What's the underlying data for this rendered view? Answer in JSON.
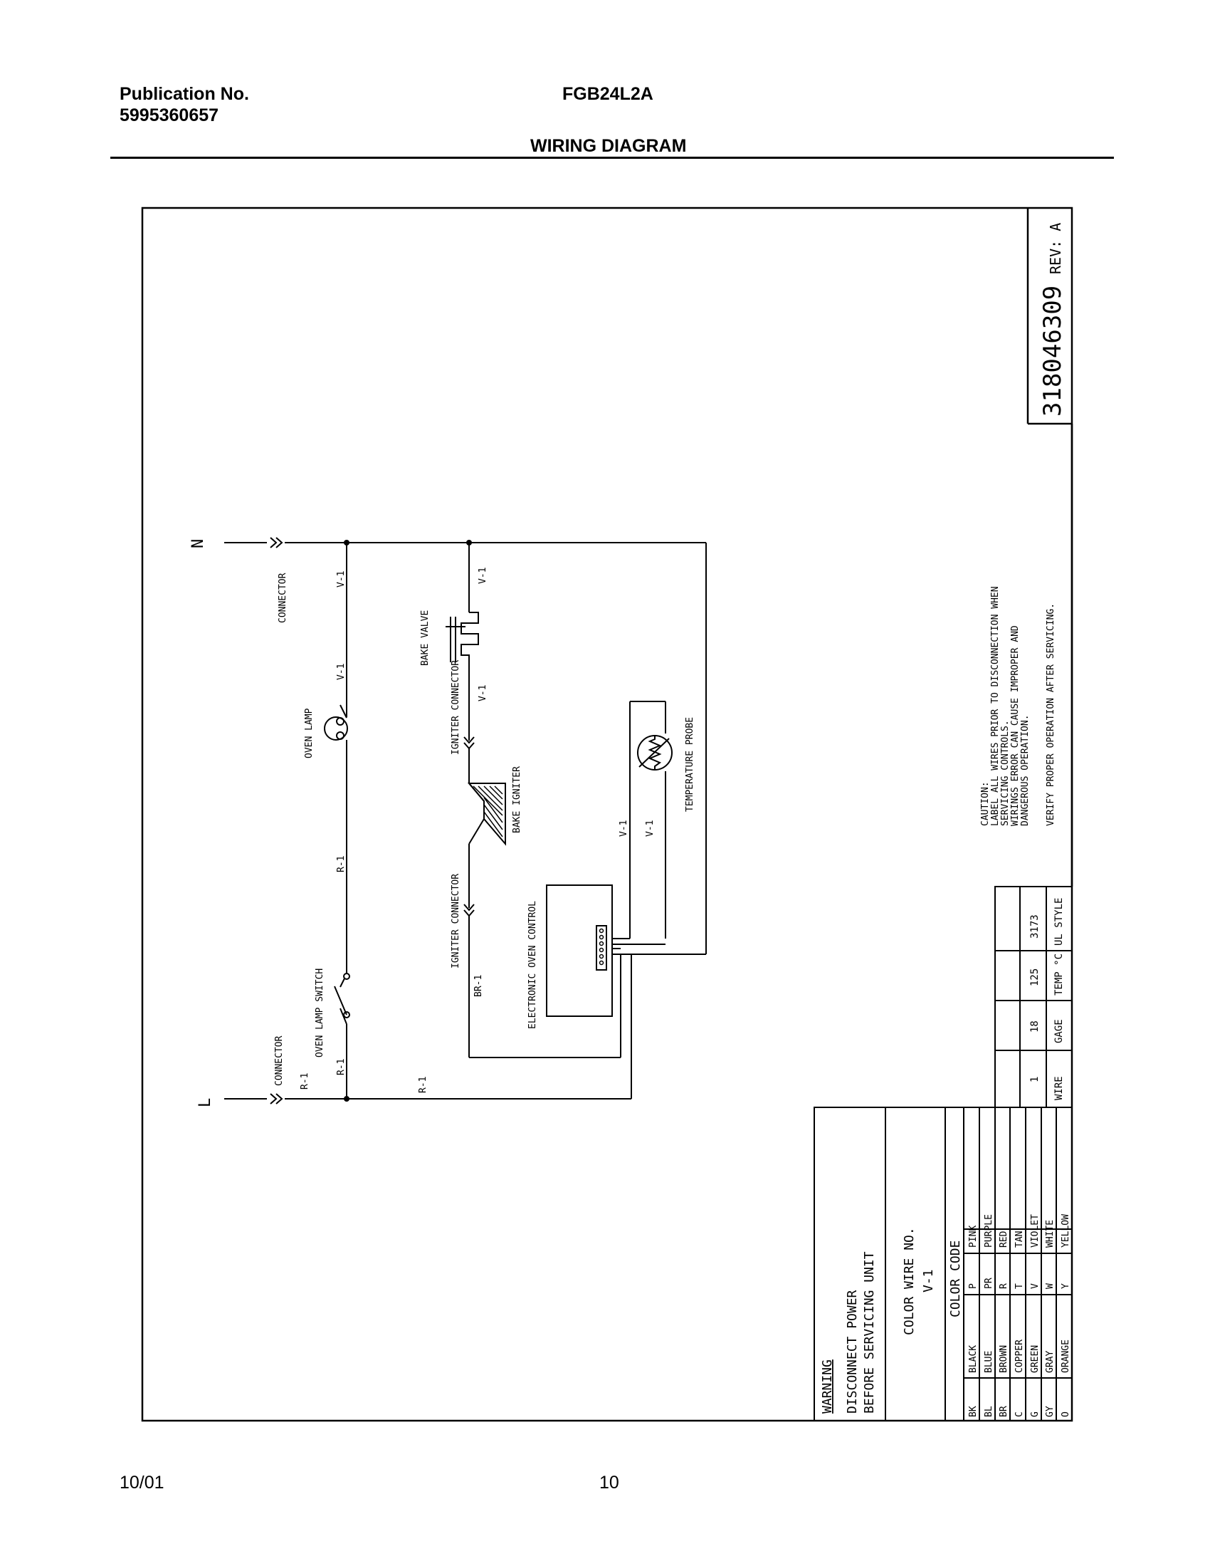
{
  "header": {
    "publication_label": "Publication No.",
    "publication_number": "5995360657",
    "model": "FGB24L2A",
    "section_title": "WIRING DIAGRAM"
  },
  "footer": {
    "date": "10/01",
    "page": "10"
  },
  "diagram": {
    "terminal_n": "N",
    "terminal_l": "L",
    "connector_top": "CONNECTOR",
    "connector_bottom": "CONNECTOR",
    "wire_v1_a": "V-1",
    "wire_v1_b": "V-1",
    "wire_v1_c": "V-1",
    "wire_v1_d": "V-1",
    "wire_v1_e": "V-1",
    "wire_v1_f": "V-1",
    "wire_r1_a": "R-1",
    "wire_r1_b": "R-1",
    "wire_r1_c": "R-1",
    "wire_r1_d": "R-1",
    "wire_br1": "BR-1",
    "oven_lamp": "OVEN LAMP",
    "oven_lamp_switch": "OVEN LAMP SWITCH",
    "bake_valve": "BAKE VALVE",
    "igniter_connector_a": "IGNITER CONNECTOR",
    "igniter_connector_b": "IGNITER CONNECTOR",
    "bake_igniter": "BAKE IGNITER",
    "temperature_probe": "TEMPERATURE PROBE",
    "electronic_oven_control": "ELECTRONIC OVEN CONTROL"
  },
  "doc_number": {
    "number": "318046309",
    "rev": "REV: A"
  },
  "caution": {
    "title": "CAUTION:",
    "lines": [
      "LABEL ALL WIRES PRIOR TO DISCONNECTION WHEN",
      "SERVICING CONTROLS.",
      "WIRINGS ERROR CAN CAUSE IMPROPER AND",
      "DANGEROUS OPERATION.",
      "VERIFY PROPER OPERATION AFTER SERVICING."
    ]
  },
  "wire_table": {
    "headers": [
      "WIRE",
      "GAGE",
      "TEMP °C",
      "UL STYLE"
    ],
    "rows": [
      [
        "1",
        "18",
        "125",
        "3173"
      ]
    ]
  },
  "warning": {
    "title": "WARNING",
    "line1": "DISCONNECT POWER",
    "line2": "BEFORE SERVICING UNIT",
    "color_wire_label": "COLOR WIRE NO.",
    "color_wire_example": "V-1"
  },
  "color_code": {
    "title": "COLOR CODE",
    "left": [
      [
        "BK",
        "BLACK"
      ],
      [
        "BL",
        "BLUE"
      ],
      [
        "BR",
        "BROWN"
      ],
      [
        "C",
        "COPPER"
      ],
      [
        "G",
        "GREEN"
      ],
      [
        "GY",
        "GRAY"
      ],
      [
        "O",
        "ORANGE"
      ]
    ],
    "right": [
      [
        "P",
        "PINK"
      ],
      [
        "PR",
        "PURPLE"
      ],
      [
        "R",
        "RED"
      ],
      [
        "T",
        "TAN"
      ],
      [
        "V",
        "VIOLET"
      ],
      [
        "W",
        "WHITE"
      ],
      [
        "Y",
        "YELLOW"
      ]
    ]
  }
}
